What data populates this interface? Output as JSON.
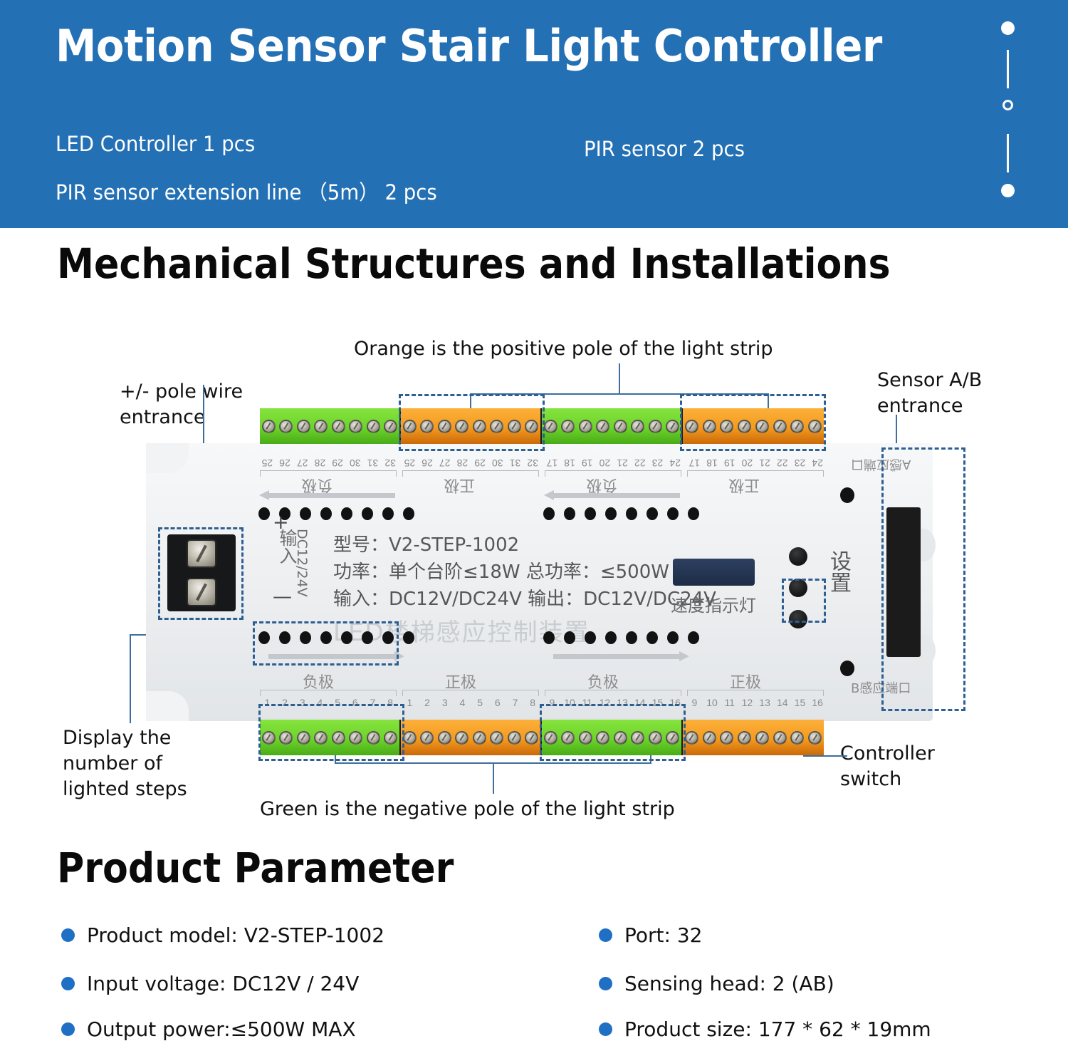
{
  "banner": {
    "title": "Motion Sensor Stair Light Controller",
    "items": [
      "LED Controller  1 pcs",
      "PIR sensor  2 pcs",
      "PIR sensor  extension line （5m）  2 pcs"
    ],
    "background_color": "#2370b5"
  },
  "sections": {
    "mechanical_heading": "Mechanical Structures and Installations",
    "parameter_heading": "Product Parameter"
  },
  "diagram": {
    "callouts": {
      "orange_positive": "Orange is the positive pole of the light strip",
      "green_negative": "Green is the negative pole of the light strip",
      "pole_wire_entrance": "+/- pole wire\nentrance",
      "sensor_ab_entrance": "Sensor A/B\nentrance",
      "display_steps": "Display the\nnumber of\nlighted steps",
      "controller_switch": "Controller\nswitch"
    },
    "board": {
      "model_line": "型号：V2-STEP-1002",
      "power_line": "功率：单个台阶≤18W 总功率：≤500W",
      "io_line": "输入：DC12V/DC24V 输出：DC12V/DC24V",
      "brand_line": "LED楼梯感应控制装置",
      "speed_indicator_label": "速度指示灯",
      "settings_label": "设置",
      "input_label": "输入",
      "input_voltage_label": "DC12/24V",
      "plus_symbol": "+",
      "minus_symbol": "—",
      "sensor_a_port_label": "A感应端口",
      "sensor_b_port_label": "B感应端口",
      "positive_cn": "正极",
      "negative_cn": "负极",
      "top_pin_numbers": [
        "32",
        "31",
        "30",
        "29",
        "28",
        "27",
        "26",
        "25"
      ],
      "bottom_pin_numbers_1": [
        "1",
        "2",
        "3",
        "4",
        "5",
        "6",
        "7",
        "8"
      ],
      "bottom_pin_numbers_2": [
        "9",
        "10",
        "11",
        "12",
        "13",
        "14",
        "15",
        "16"
      ],
      "top_pin_numbers_2": [
        "24",
        "23",
        "22",
        "21",
        "20",
        "19",
        "18",
        "17"
      ],
      "terminal_colors": {
        "positive": "#f59a1e",
        "negative": "#6bd42a"
      },
      "terminal_blocks_per_row": 4,
      "screws_per_block": 8
    }
  },
  "parameters": {
    "left_column": [
      "Product model:  V2-STEP-1002",
      "Input voltage: DC12V / 24V",
      "Output power:≤500W MAX"
    ],
    "right_column": [
      "Port: 32",
      "Sensing head: 2 (AB)",
      "Product size: 177 * 62 * 19mm"
    ],
    "bullet_color": "#1f6fc4"
  }
}
